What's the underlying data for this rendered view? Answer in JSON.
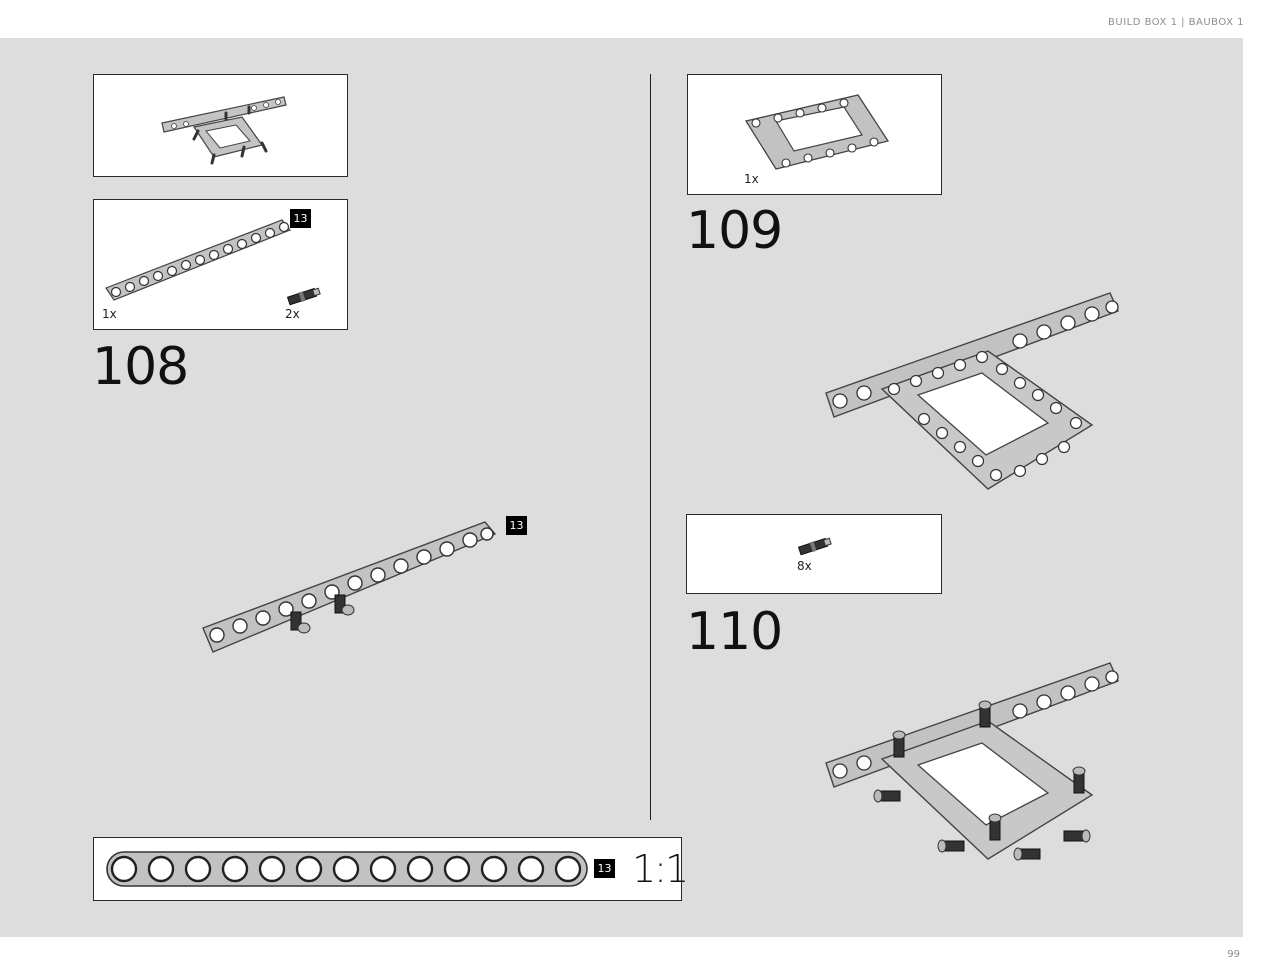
{
  "header": {
    "text": "BUILD BOX 1  |  BAUBOX 1"
  },
  "page": {
    "number": "99"
  },
  "left": {
    "step_number": "108",
    "parts": [
      {
        "qty": "1x",
        "part": "beam-13",
        "badge": "13"
      },
      {
        "qty": "2x",
        "part": "pin"
      }
    ],
    "assembly_badge": "13"
  },
  "right": {
    "step_109": {
      "number": "109",
      "parts": [
        {
          "qty": "1x",
          "part": "frame"
        }
      ]
    },
    "step_110": {
      "number": "110",
      "parts": [
        {
          "qty": "8x",
          "part": "pin"
        }
      ]
    }
  },
  "scale_panel": {
    "badge": "13",
    "label": "1:1",
    "hole_count": 13
  },
  "colors": {
    "background": "#dcdddc",
    "panel": "#ffffff",
    "beam": "#bfbfbf",
    "badge": "#000000"
  }
}
